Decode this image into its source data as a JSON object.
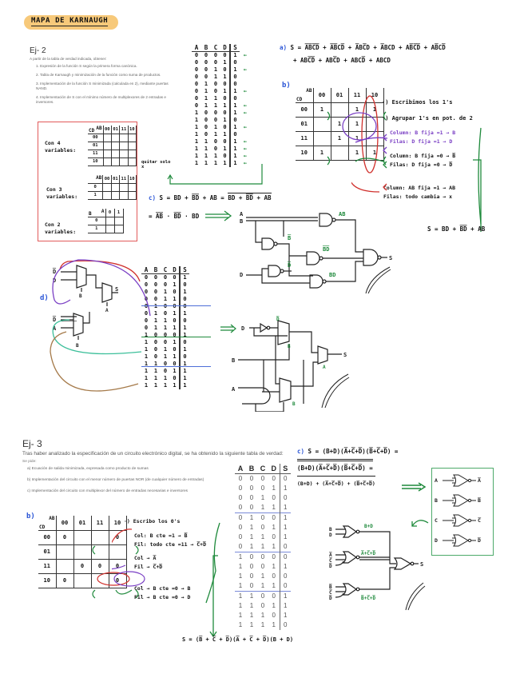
{
  "title": "MAPA DE KARNAUGH",
  "ej2": {
    "heading": "Ej- 2",
    "intro": "A partir de la tabla de verdad indicada, obtener:",
    "items": [
      "1.   Expresión de la función S según la primera forma canónica.",
      "2.   Tabla de Karnaugh y minimización de la función como suma de productos.",
      "3.   Implementación de la función S minimizada (calculada en 2), mediante puertas NAND.",
      "4.   Implementación de S con el mínimo número de multiplexores de 2 entradas e inversores."
    ],
    "truth_table": {
      "headers": [
        "A",
        "B",
        "C",
        "D",
        "S"
      ],
      "rows": [
        [
          "0",
          "0",
          "0",
          "0",
          "1"
        ],
        [
          "0",
          "0",
          "0",
          "1",
          "0"
        ],
        [
          "0",
          "0",
          "1",
          "0",
          "1"
        ],
        [
          "0",
          "0",
          "1",
          "1",
          "0"
        ],
        [
          "0",
          "1",
          "0",
          "0",
          "0"
        ],
        [
          "0",
          "1",
          "0",
          "1",
          "1"
        ],
        [
          "0",
          "1",
          "1",
          "0",
          "0"
        ],
        [
          "0",
          "1",
          "1",
          "1",
          "1"
        ],
        [
          "1",
          "0",
          "0",
          "0",
          "1"
        ],
        [
          "1",
          "0",
          "0",
          "1",
          "0"
        ],
        [
          "1",
          "0",
          "1",
          "0",
          "1"
        ],
        [
          "1",
          "0",
          "1",
          "1",
          "0"
        ],
        [
          "1",
          "1",
          "0",
          "0",
          "1"
        ],
        [
          "1",
          "1",
          "0",
          "1",
          "1"
        ],
        [
          "1",
          "1",
          "1",
          "0",
          "1"
        ],
        [
          "1",
          "1",
          "1",
          "1",
          "1"
        ]
      ],
      "arrow": "←"
    },
    "part_a": {
      "label": "a)",
      "line1": "S = A̅B̅C̅D̅ + A̅B̅CD̅ + A̅BC̅D + A̅BCD + AB̅C̅D̅ + AB̅CD̅",
      "line2": "+ ABC̅D̅ + ABC̅D + ABCD̅ + ABCD"
    },
    "part_b": {
      "label": "b)",
      "kmap": {
        "row_var": "CD",
        "col_var": "AB",
        "cols": [
          "00",
          "01",
          "11",
          "10"
        ],
        "rows": [
          "00",
          "01",
          "11",
          "10"
        ],
        "cells": [
          [
            "1",
            "",
            "1",
            "1"
          ],
          [
            "",
            "1",
            "1",
            ""
          ],
          [
            "",
            "1",
            "1",
            ""
          ],
          [
            "1",
            "",
            "1",
            "1"
          ]
        ]
      },
      "steps": [
        "·) Escribimos los 1's",
        "·) Agrupar 1's en pot. de 2"
      ],
      "groups": [
        {
          "color": "purple",
          "lines": [
            "Column: B fija =1 → B",
            "Filas: D fija =1 → D"
          ]
        },
        {
          "color": "green",
          "lines": [
            "Column: B fija =0 → B̅",
            "Filas: D fija =0 → D̅"
          ]
        },
        {
          "color": "red",
          "lines": [
            "Column: AB fija =1 → AB",
            "Filas: todo cambia → x"
          ]
        }
      ],
      "result": "S = BD + B̅D̅ + AB"
    },
    "templates": {
      "four": {
        "label1": "Con 4",
        "label2": "variables:",
        "col_var": "AB",
        "row_var": "CD",
        "cols": [
          "00",
          "01",
          "11",
          "10"
        ],
        "rows": [
          "00",
          "01",
          "11",
          "10"
        ]
      },
      "three": {
        "label1": "Con 3",
        "label2": "variables:",
        "col_var": "AB",
        "cols": [
          "00",
          "01",
          "11",
          "10"
        ],
        "rows": [
          "0",
          "1"
        ]
      },
      "two": {
        "label1": "Con 2",
        "label2": "variables:",
        "col_var": "A",
        "row_var": "B",
        "cols": [
          "0",
          "1"
        ],
        "rows": [
          "0",
          "1"
        ]
      }
    },
    "side_note": "quitar solo x",
    "part_c": {
      "label": "c)",
      "line1": "S = BD + B̅D̅ + AB =",
      "line1_rhs": "BD + B̅D̅ + AB",
      "line2": "= A̅B̅ · B̅D̅ · BD"
    },
    "nand_circuit": {
      "inputs": [
        "A",
        "B",
        "D"
      ],
      "labels": [
        "AB",
        "B̅",
        "B̅D̅",
        "D̅",
        "BD"
      ],
      "output": "S"
    },
    "part_d": {
      "label": "d)",
      "mux_inputs_top": [
        "D̅",
        "D"
      ],
      "mux_sel_top": "B",
      "mux_inputs_bottom": [
        "D̅",
        "A"
      ],
      "mux_sel_bottom": "B",
      "mux_sel_out": "A",
      "output": "S"
    },
    "mux_circuit": {
      "inputs": [
        "D",
        "B",
        "A"
      ],
      "labels": [
        "D̅",
        "B",
        "B",
        "A"
      ],
      "output": "S"
    }
  },
  "ej3": {
    "heading": "Ej- 3",
    "intro": "Tras haber analizado la especificación de un circuito electrónico digital, se ha obtenido la siguiente tabla de verdad:",
    "pide": "Se pide:",
    "items": [
      "a)   Ecuación de salida minimizada, expresada como producto de sumas",
      "b)   Implementación del circuito con el menor número de puertas NOR (de cualquier número de entradas)",
      "c)   Implementación del circuito con multiplexor del número de entradas necesarias e inversores"
    ],
    "truth_table": {
      "headers": [
        "A",
        "B",
        "C",
        "D",
        "S"
      ],
      "rows": [
        [
          "0",
          "0",
          "0",
          "0",
          "0"
        ],
        [
          "0",
          "0",
          "0",
          "1",
          "1"
        ],
        [
          "0",
          "0",
          "1",
          "0",
          "0"
        ],
        [
          "0",
          "0",
          "1",
          "1",
          "1"
        ],
        [
          "0",
          "1",
          "0",
          "0",
          "1"
        ],
        [
          "0",
          "1",
          "0",
          "1",
          "1"
        ],
        [
          "0",
          "1",
          "1",
          "0",
          "1"
        ],
        [
          "0",
          "1",
          "1",
          "1",
          "0"
        ],
        [
          "1",
          "0",
          "0",
          "0",
          "0"
        ],
        [
          "1",
          "0",
          "0",
          "1",
          "1"
        ],
        [
          "1",
          "0",
          "1",
          "0",
          "0"
        ],
        [
          "1",
          "0",
          "1",
          "1",
          "0"
        ],
        [
          "1",
          "1",
          "0",
          "0",
          "1"
        ],
        [
          "1",
          "1",
          "0",
          "1",
          "1"
        ],
        [
          "1",
          "1",
          "1",
          "0",
          "1"
        ],
        [
          "1",
          "1",
          "1",
          "1",
          "0"
        ]
      ]
    },
    "part_b": {
      "label": "b)",
      "kmap": {
        "row_var": "CD",
        "col_var": "AB",
        "cols": [
          "00",
          "01",
          "11",
          "10"
        ],
        "rows": [
          "00",
          "01",
          "11",
          "10"
        ],
        "cells": [
          [
            "0",
            "",
            "",
            "0"
          ],
          [
            "",
            "",
            "",
            ""
          ],
          [
            "",
            "0",
            "0",
            "0"
          ],
          [
            "0",
            "",
            "",
            "0"
          ]
        ]
      },
      "steps": [
        "·) Escribo los 0's"
      ],
      "groups": [
        {
          "color": "red",
          "lines": [
            "Col: B cte =1 → B̅",
            "Fil: todo cte =11 → C̅+D̅"
          ]
        },
        {
          "color": "purple",
          "lines": [
            "Col → A̅",
            "Fil → C̅+D̅"
          ]
        },
        {
          "color": "green",
          "lines": [
            "Col → B cte =0 → B",
            "Fil → B cte =0 → D"
          ]
        }
      ],
      "result": "S = (B̅ + C̅ + D̅)(A̅ + C̅ + D̅)(B + D)"
    },
    "part_c": {
      "label": "c)",
      "line1": "S = (B+D)(A̅+C̅+D̅)(B̅+C̅+D̅) =",
      "line2": "(B+D)(A̅+C̅+D̅)(B̅+C̅+D̅) =",
      "line3": "(B+D) + (A̅+C̅+D̅) + (B̅+C̅+D̅)"
    },
    "nor_circuit": {
      "gate_labels": [
        "B+D",
        "A̅+C̅+D̅",
        "B̅+C̅+D̅"
      ],
      "inputs": [
        [
          "B",
          "D"
        ],
        [
          "A̅",
          "C̅",
          "D̅"
        ],
        [
          "B̅",
          "C̅",
          "D̅"
        ]
      ],
      "output": "S"
    },
    "inverters": [
      {
        "in": "A",
        "out": "A̅"
      },
      {
        "in": "B",
        "out": "B̅"
      },
      {
        "in": "C",
        "out": "C̅"
      },
      {
        "in": "D",
        "out": "D̅"
      }
    ]
  },
  "colors": {
    "banner": "#f7c97a",
    "green": "#1f8a3c",
    "red": "#d0312d",
    "purple": "#7a3fc4",
    "blue": "#2b55d6",
    "template_border": "#e25b5b",
    "inverter_border": "#4daa6a"
  }
}
